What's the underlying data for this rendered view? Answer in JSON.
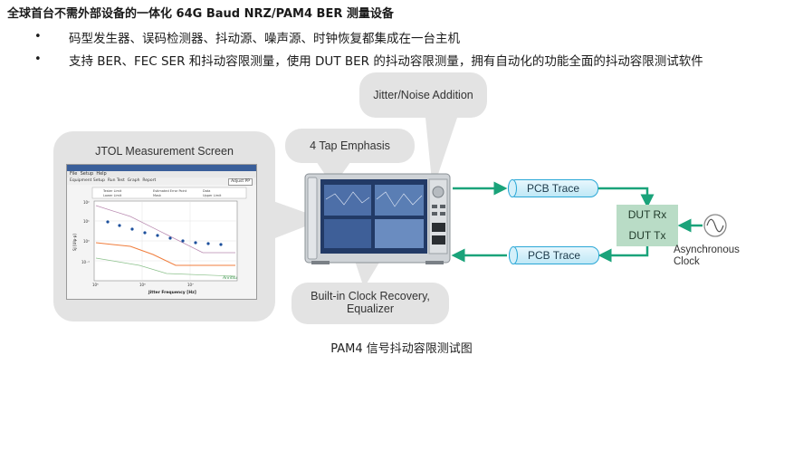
{
  "heading": "全球首台不需外部设备的一体化 64G Baud NRZ/PAM4 BER 测量设备",
  "bullets": [
    {
      "marker": "•",
      "text": "码型发生器、误码检测器、抖动源、噪声源、时钟恢复都集成在一台主机"
    },
    {
      "marker": "•",
      "text": "支持 BER、FEC SER 和抖动容限测量，使用 DUT BER 的抖动容限测量，拥有自动化的功能全面的抖动容限测试软件"
    }
  ],
  "diagram": {
    "callouts": {
      "jtol": "JTOL Measurement Screen",
      "emphasis": "4 Tap Emphasis",
      "jitter_noise": "Jitter/Noise Addition",
      "clock_recovery_line1": "Built-in Clock Recovery,",
      "clock_recovery_line2": "Equalizer"
    },
    "pcb_top": "PCB Trace",
    "pcb_bottom": "PCB Trace",
    "dut_rx": "DUT Rx",
    "dut_tx": "DUT Tx",
    "clock_line1": "Asynchronous",
    "clock_line2": "Clock",
    "caption": "PAM4 信号抖动容限测试图",
    "colors": {
      "arrow": "#1aa37a",
      "pcb_border": "#2aa7d6",
      "dut_box": "#b9dcc6",
      "callout": "#e3e3e3"
    }
  },
  "jtol_screen": {
    "window_title": "JTOL Measurement",
    "menu": [
      "File",
      "Setup",
      "Help"
    ],
    "tabs": [
      "Equipment Setup",
      "Run Test",
      "Graph",
      "Report"
    ],
    "adjust_button": "Adjust PP",
    "graph_xlabel": "Jitter Frequency [Hz]",
    "graph_ylabel": "SJ [UIp-p]",
    "legend": [
      "Tester Limit",
      "Estimated Error Point",
      "Data",
      "Lower Limit",
      "Mask",
      "Upper Limit"
    ],
    "y_ticks": [
      "10²",
      "10¹",
      "10⁰",
      "10⁻¹"
    ],
    "x_ticks": [
      "10⁵",
      "10⁶",
      "10⁷"
    ],
    "brand": "Anritsu"
  }
}
